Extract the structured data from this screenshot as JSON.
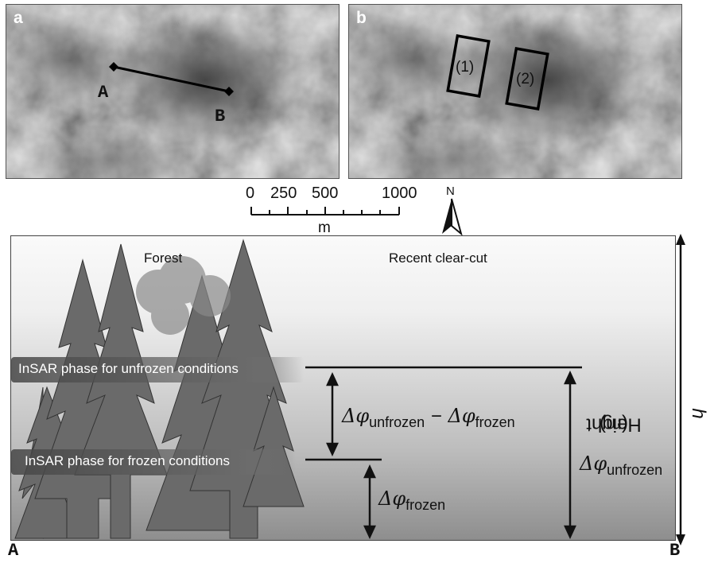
{
  "panel_a": {
    "label": "a",
    "point_a": "A",
    "point_b": "B"
  },
  "panel_b": {
    "label": "b",
    "box_1": "(1)",
    "box_2": "(2)"
  },
  "scale": {
    "ticks": [
      "0",
      "250",
      "500",
      "1000"
    ],
    "unit": "m",
    "north": "N"
  },
  "profile": {
    "forest_label": "Forest",
    "clearcut_label": "Recent clear-cut",
    "unfrozen_band": "InSAR phase for unfrozen conditions",
    "frozen_band": "InSAR phase for frozen conditions",
    "diff_symbol": "Δφ",
    "diff_sub_a": "unfrozen",
    "diff_minus": "−",
    "diff_sub_b": "frozen",
    "frozen_symbol": "Δφ",
    "frozen_sub": "frozen",
    "unfrozen_symbol": "Δφ",
    "unfrozen_sub": "unfrozen",
    "height_label_pre": "Height ",
    "height_label_var": "h",
    "height_label_unit": " (m)",
    "endpoint_a": "A",
    "endpoint_b": "B"
  }
}
